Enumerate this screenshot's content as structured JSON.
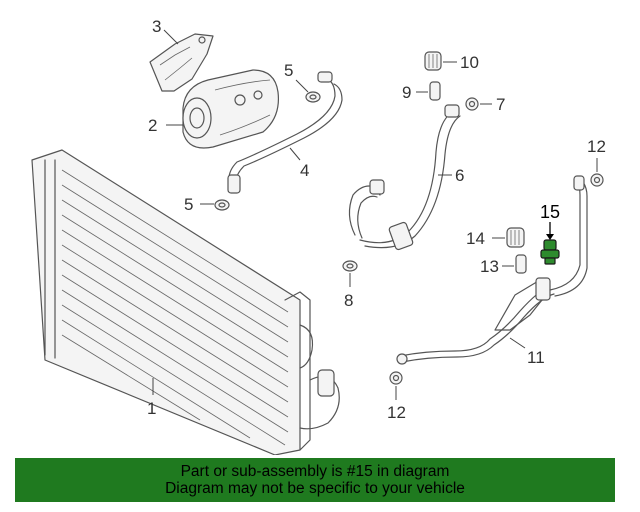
{
  "callouts": {
    "c1": "1",
    "c2": "2",
    "c3": "3",
    "c4": "4",
    "c5a": "5",
    "c5b": "5",
    "c6": "6",
    "c7": "7",
    "c8": "8",
    "c9": "9",
    "c10": "10",
    "c11": "11",
    "c12a": "12",
    "c12b": "12",
    "c13": "13",
    "c14": "14",
    "c15": "15"
  },
  "colors": {
    "banner": "#1f7a1f",
    "highlight_part": "#2e8b2e"
  },
  "banner": {
    "line1": "Part or sub-assembly is #15 in diagram",
    "line2": "Diagram may not be specific to your vehicle"
  }
}
